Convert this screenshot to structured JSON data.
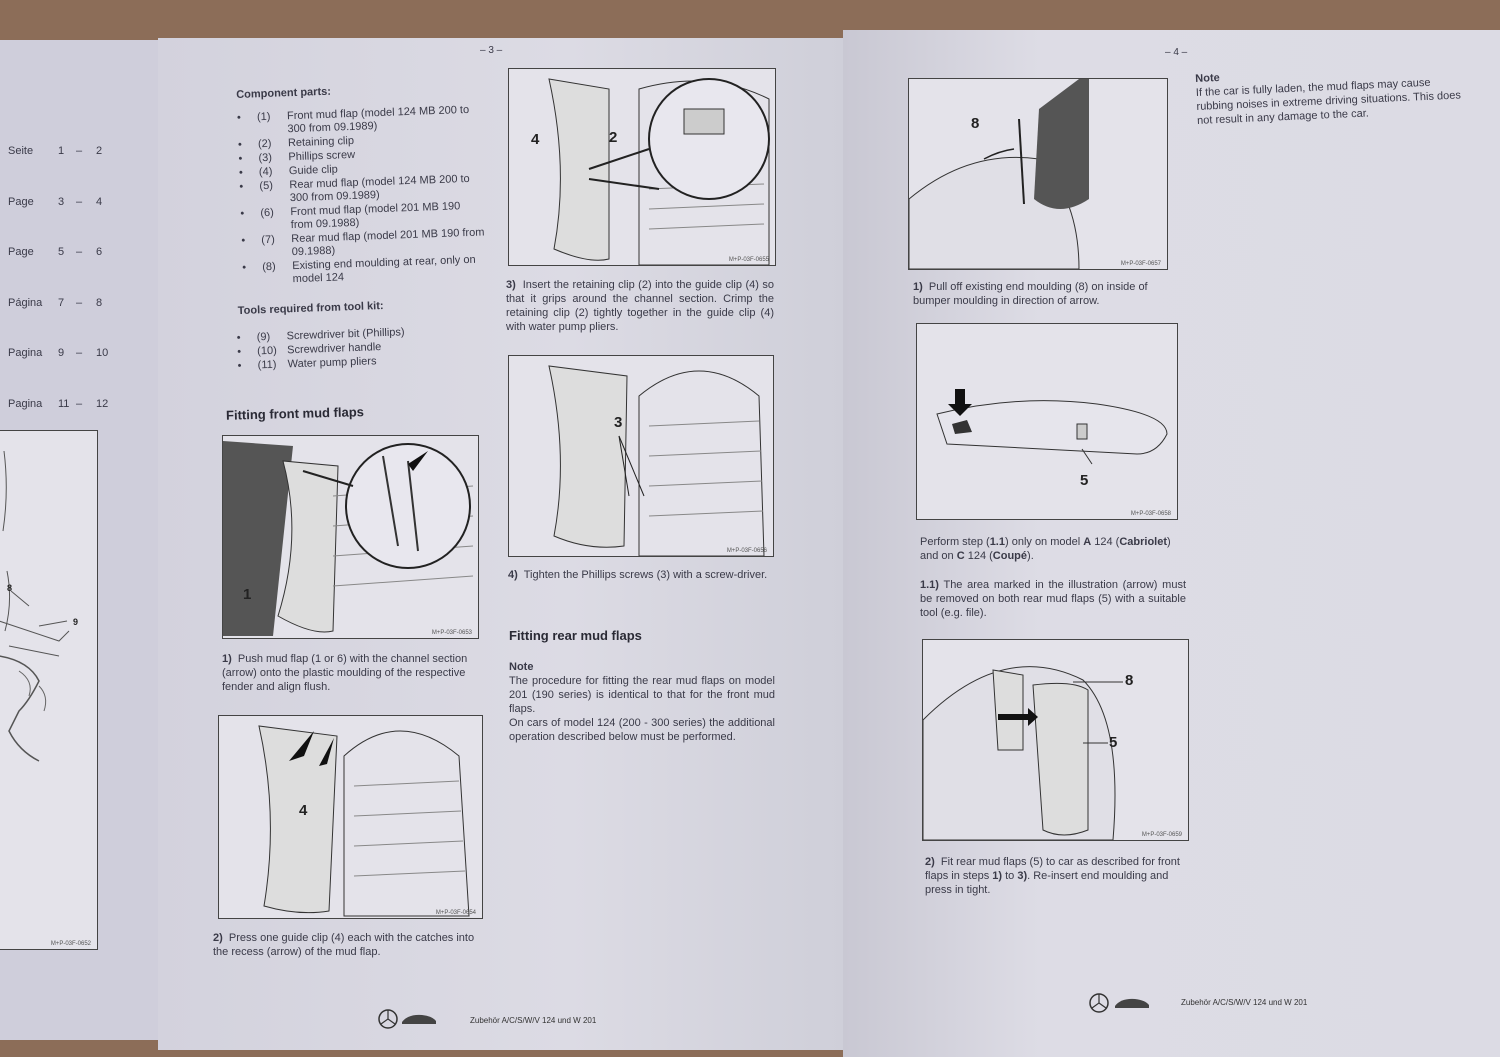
{
  "left_page": {
    "toc": [
      {
        "label": "Seite",
        "from": "1",
        "to": "2"
      },
      {
        "label": "Page",
        "from": "3",
        "to": "4"
      },
      {
        "label": "Page",
        "from": "5",
        "to": "6"
      },
      {
        "label": "Página",
        "from": "7",
        "to": "8"
      },
      {
        "label": "Pagina",
        "from": "9",
        "to": "10"
      },
      {
        "label": "Pagina",
        "from": "11",
        "to": "12"
      }
    ],
    "dash": "–",
    "figure": {
      "callouts": [
        "8",
        "9"
      ],
      "code": "M+P-03F-0652"
    }
  },
  "page3": {
    "page_number": "– 3 –",
    "component_heading": "Component parts:",
    "components": [
      {
        "num": "(1)",
        "text": "Front mud flap (model 124 MB 200 to 300 from 09.1989)"
      },
      {
        "num": "(2)",
        "text": "Retaining clip"
      },
      {
        "num": "(3)",
        "text": "Phillips screw"
      },
      {
        "num": "(4)",
        "text": "Guide clip"
      },
      {
        "num": "(5)",
        "text": "Rear mud flap (model 124 MB 200 to 300 from 09.1989)"
      },
      {
        "num": "(6)",
        "text": "Front mud flap (model 201 MB 190 from 09.1988)"
      },
      {
        "num": "(7)",
        "text": "Rear mud flap (model 201 MB 190 from 09.1988)"
      },
      {
        "num": "(8)",
        "text": "Existing end moulding at rear, only on model 124"
      }
    ],
    "tools_heading": "Tools required from tool kit:",
    "tools": [
      {
        "num": "(9)",
        "text": "Screwdriver bit (Phillips)"
      },
      {
        "num": "(10)",
        "text": "Screwdriver handle"
      },
      {
        "num": "(11)",
        "text": "Water pump pliers"
      }
    ],
    "section_front": "Fitting front mud flaps",
    "fig1": {
      "callout": "1",
      "code": "M+P-03F-0653"
    },
    "step1": {
      "num": "1)",
      "text": "Push mud flap (1 or 6) with the channel section (arrow) onto the plastic moulding of the respective fender and align flush."
    },
    "fig2": {
      "callout": "4",
      "code": "M+P-03F-0654"
    },
    "step2": {
      "num": "2)",
      "text": "Press one guide clip (4) each with the catches into the recess (arrow) of the mud flap."
    },
    "fig3": {
      "callouts": [
        "4",
        "2"
      ],
      "code": "M+P-03F-0655"
    },
    "step3": {
      "num": "3)",
      "text": "Insert the retaining clip (2) into the guide clip (4) so that it grips around the channel section. Crimp the retaining clip (2) tightly together in the guide clip (4) with water pump pliers."
    },
    "fig4": {
      "callout": "3",
      "code": "M+P-03F-0656"
    },
    "step4": {
      "num": "4)",
      "text": "Tighten the Phillips screws (3) with a screw-driver."
    },
    "section_rear": "Fitting rear mud flaps",
    "note_heading": "Note",
    "note_text1": "The procedure for fitting the rear mud flaps on model 201 (190 series) is identical to that for the front mud flaps.",
    "note_text2": "On cars of model 124 (200 - 300 series) the additional operation described below must be performed.",
    "footer": "Zubehör A/C/S/W/V 124 und W 201"
  },
  "page4": {
    "page_number": "– 4 –",
    "fig5": {
      "callout": "8",
      "code": "M+P-03F-0657"
    },
    "step_r1": {
      "num": "1)",
      "text": "Pull off existing end moulding (8) on inside of bumper moulding in direction of arrow."
    },
    "fig6": {
      "callout": "5",
      "code": "M+P-03F-0658"
    },
    "perform": {
      "pre": "Perform step (",
      "step": "1.1",
      "mid": ") only on model ",
      "a": "A",
      "a_rest": " 124 (",
      "cabrio": "Cabriolet",
      "close1": ")",
      "line2_pre": "and on ",
      "c": "C",
      "c_rest": " 124 (",
      "coupe": "Coupé",
      "close2": ")."
    },
    "step_11": {
      "num": "1.1)",
      "text": "The area marked in the illustration (arrow) must be removed on both rear mud flaps (5) with a suitable tool (e.g. file)."
    },
    "fig7": {
      "callouts": [
        "8",
        "5"
      ],
      "code": "M+P-03F-0659"
    },
    "step_r2": {
      "num": "2)",
      "pre": "Fit rear mud flaps (5) to car as described for front flaps in steps ",
      "s1": "1)",
      "to": " to ",
      "s3": "3)",
      "post": ". Re-insert end moulding and press in tight."
    },
    "note_heading": "Note",
    "note_text": "If the car is fully laden, the mud flaps may cause rubbing noises in extreme driving situations. This does not result in any damage to the car.",
    "footer": "Zubehör A/C/S/W/V 124 und W 201"
  },
  "colors": {
    "paper": "#d9d8e2",
    "table": "#8c6d58",
    "ink": "#2a2a35"
  }
}
